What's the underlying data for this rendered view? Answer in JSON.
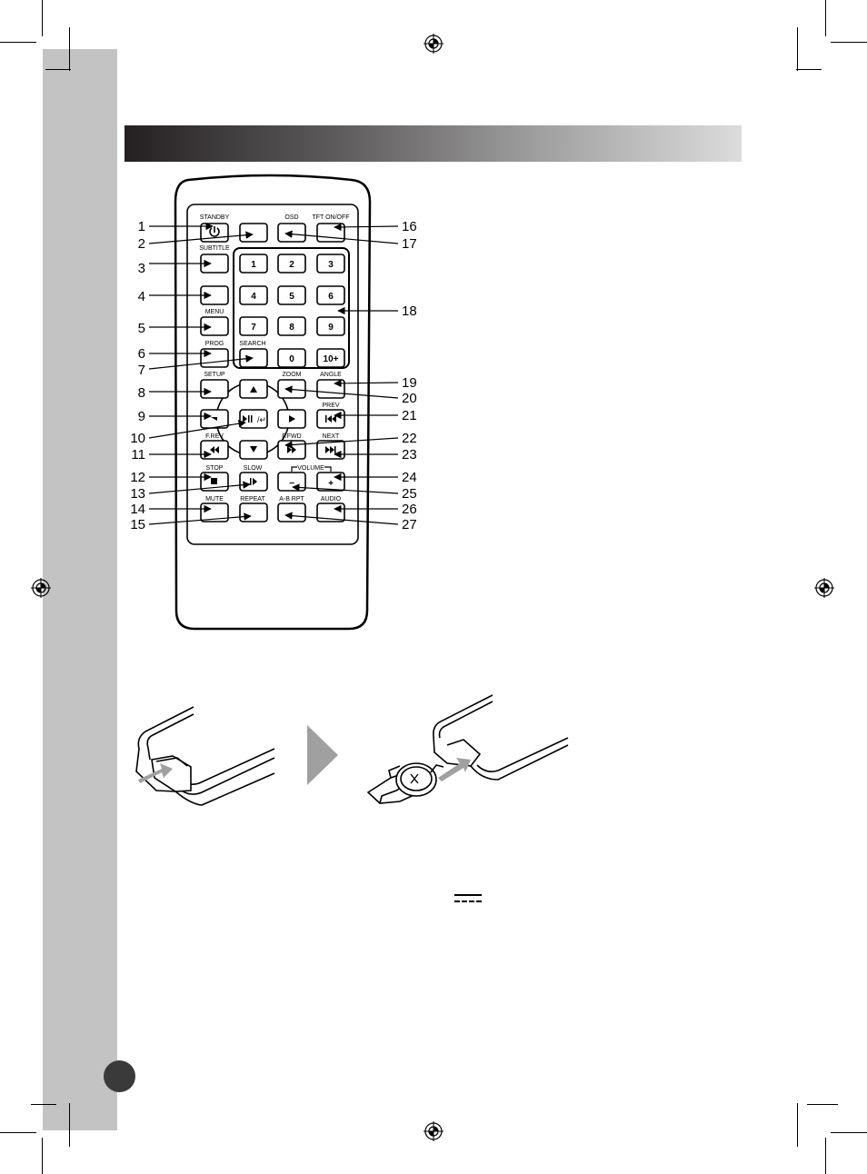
{
  "remote": {
    "labels": {
      "standby": "STANDBY",
      "osd": "OSD",
      "tft": "TFT ON/OFF",
      "subtitle": "SUBTITLE",
      "menu": "MENU",
      "prog": "PROG",
      "search": "SEARCH",
      "setup": "SETUP",
      "zoom": "ZOOM",
      "angle": "ANGLE",
      "prev": "PREV",
      "frev": "F.REV",
      "ffwd": "F.FWD",
      "next": "NEXT",
      "stop": "STOP",
      "slow": "SLOW",
      "volume": "VOLUME",
      "mute": "MUTE",
      "repeat": "REPEAT",
      "abrpt": "A-B RPT",
      "audio": "AUDIO"
    },
    "keys": {
      "k1": "1",
      "k2": "2",
      "k3": "3",
      "k4": "4",
      "k5": "5",
      "k6": "6",
      "k7": "7",
      "k8": "8",
      "k9": "9",
      "k0": "0",
      "k10": "10+",
      "vol_minus": "−",
      "vol_plus": "+"
    },
    "callouts": {
      "c1": "1",
      "c2": "2",
      "c3": "3",
      "c4": "4",
      "c5": "5",
      "c6": "6",
      "c7": "7",
      "c8": "8",
      "c9": "9",
      "c10": "10",
      "c11": "11",
      "c12": "12",
      "c13": "13",
      "c14": "14",
      "c15": "15",
      "c16": "16",
      "c17": "17",
      "c18": "18",
      "c19": "19",
      "c20": "20",
      "c21": "21",
      "c22": "22",
      "c23": "23",
      "c24": "24",
      "c25": "25",
      "c26": "26",
      "c27": "27"
    },
    "icons": {
      "power": "power-icon",
      "up": "arrow-up-icon",
      "down": "arrow-down-icon",
      "left": "arrow-left-icon",
      "right": "arrow-right-icon",
      "play_pause_enter": "play-pause-enter-icon",
      "prev": "skip-previous-icon",
      "next": "skip-next-icon",
      "rewind": "rewind-icon",
      "fast_forward": "fast-forward-icon",
      "stop": "stop-icon",
      "slow": "slow-play-icon"
    }
  },
  "colors": {
    "sidebar": "#c3c3c3",
    "header_dark": "#242021",
    "header_light": "#dcdcdc",
    "page_dot": "#3a3a3a",
    "battery_arrow": "#a0a0a0"
  }
}
